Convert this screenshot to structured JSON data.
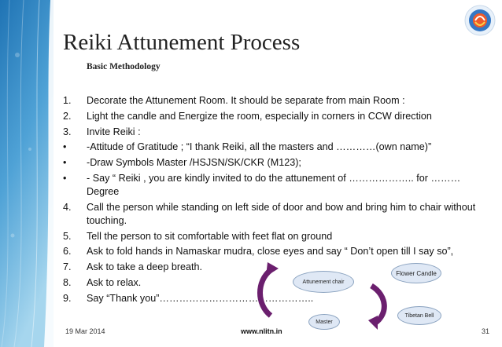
{
  "title": "Reiki Attunement Process",
  "subtitle": "Basic Methodology",
  "steps": [
    {
      "marker": "1.",
      "text": "Decorate the Attunement Room. It should be separate from main Room :"
    },
    {
      "marker": "2.",
      "text": "Light the candle and Energize the room, especially in corners in CCW direction"
    },
    {
      "marker": "3.",
      "text": "Invite Reiki :"
    },
    {
      "marker": "•",
      "text": "-Attitude of Gratitude ; “I thank Reiki, all the masters and …………(own name)”"
    },
    {
      "marker": "•",
      "text": "-Draw Symbols Master /HSJSN/SK/CKR (M123);"
    },
    {
      "marker": "•",
      "text": "- Say “ Reiki , you are kindly invited to do the attunement of ……………….. for ………Degree"
    },
    {
      "marker": "4.",
      "text": "Call the person while standing on left side of door and bow and bring him to chair without touching."
    },
    {
      "marker": "5.",
      "text": "Tell the person to sit comfortable with feet flat on ground"
    },
    {
      "marker": "6.",
      "text": "Ask to fold hands in Namaskar mudra, close eyes and say “ Don’t open till I say so”,"
    },
    {
      "marker": "7.",
      "text": "Ask to take a deep breath."
    },
    {
      "marker": "8.",
      "text": "Ask to relax."
    },
    {
      "marker": "9.",
      "text": "Say “Thank you”……………………………………….."
    }
  ],
  "diagram": {
    "attunement_chair": "Attunement chair",
    "flower_candle": "Flower  Candle",
    "tibetan_bell": "Tibetan Bell",
    "master": "Master"
  },
  "footer": {
    "date": "19 Mar 2014",
    "url": "www.nlitn.in",
    "page": "31"
  },
  "colors": {
    "sidebar_top": "#1f73b4",
    "sidebar_bottom": "#9dd0ea",
    "arrow": "#6b1f6e",
    "node_fill": "#dfe8f5"
  }
}
